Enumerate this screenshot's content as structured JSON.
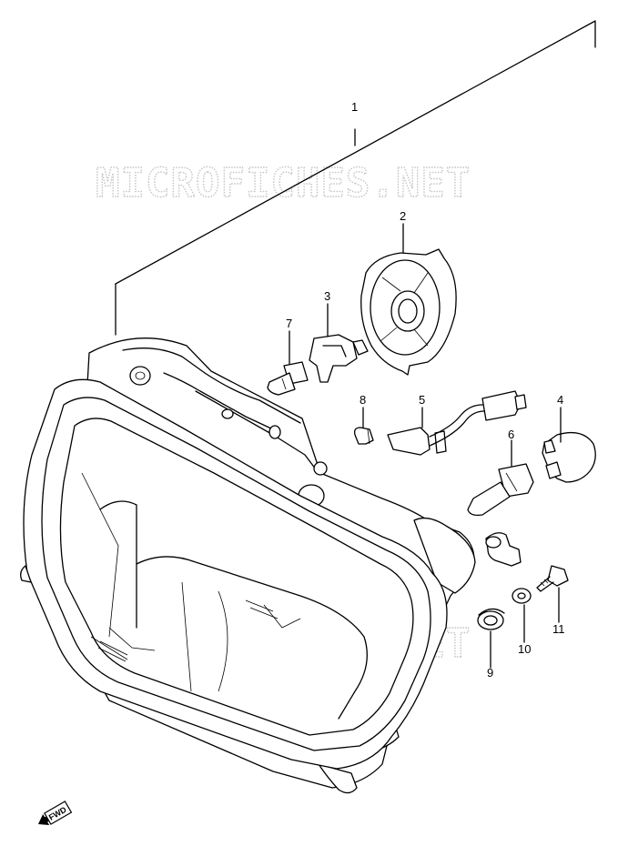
{
  "watermark": {
    "text": "MICROFICHES.NET",
    "color": "#c4c4c4"
  },
  "direction_badge": {
    "text": "FWD",
    "icon": "arrow-left-icon"
  },
  "callouts": [
    {
      "number": "1",
      "part": "headlight-assembly"
    },
    {
      "number": "2",
      "part": "socket-cover"
    },
    {
      "number": "3",
      "part": "bulb-retainer-clip"
    },
    {
      "number": "4",
      "part": "bulb-holder-ring"
    },
    {
      "number": "5",
      "part": "position-lamp-socket-harness"
    },
    {
      "number": "6",
      "part": "headlight-bulb"
    },
    {
      "number": "7",
      "part": "h1-bulb"
    },
    {
      "number": "8",
      "part": "position-lamp-bulb"
    },
    {
      "number": "9",
      "part": "grommet"
    },
    {
      "number": "10",
      "part": "washer"
    },
    {
      "number": "11",
      "part": "screw"
    }
  ]
}
